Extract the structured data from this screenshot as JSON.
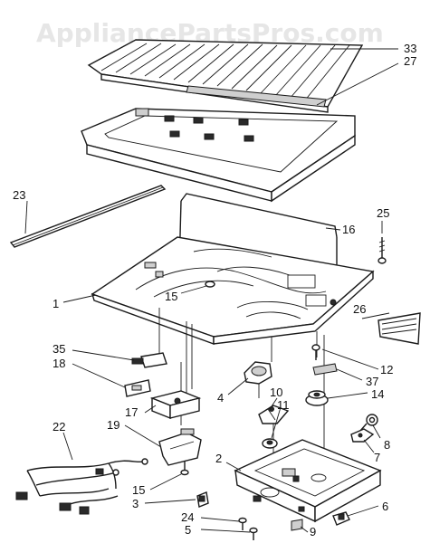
{
  "watermark": "AppliancePartsPros.com",
  "callouts": {
    "c33": "33",
    "c27": "27",
    "c23": "23",
    "c16": "16",
    "c25": "25",
    "c1": "1",
    "c15a": "15",
    "c26": "26",
    "c35": "35",
    "c18": "18",
    "c12": "12",
    "c37": "37",
    "c14": "14",
    "c4": "4",
    "c10": "10",
    "c11": "11",
    "c17": "17",
    "c19": "19",
    "c8": "8",
    "c7": "7",
    "c22": "22",
    "c2": "2",
    "c15b": "15",
    "c3": "3",
    "c6": "6",
    "c24": "24",
    "c5": "5",
    "c9": "9"
  }
}
